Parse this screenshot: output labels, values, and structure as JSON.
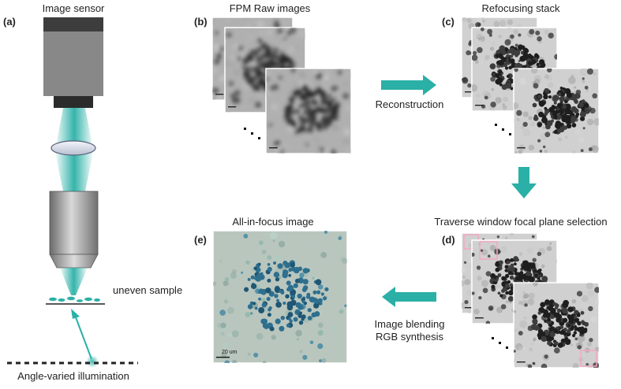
{
  "panels": {
    "a": "(a)",
    "b": "(b)",
    "c": "(c)",
    "d": "(d)",
    "e": "(e)"
  },
  "labels": {
    "image_sensor": "Image sensor",
    "fpm_raw": "FPM Raw images",
    "refocusing": "Refocusing stack",
    "reconstruction": "Reconstruction",
    "traverse": "Traverse window focal plane selection",
    "all_in_focus": "All-in-focus image",
    "uneven_sample": "uneven sample",
    "blending": "Image blending",
    "rgb": "RGB synthesis",
    "illumination": "Angle-varied illumination",
    "scalebar": "20 um"
  },
  "colors": {
    "teal": "#2ab0a6",
    "highlight": "#f2a7c3",
    "stain_bg": "#b9c6be",
    "cell": "#2e6f8e"
  }
}
